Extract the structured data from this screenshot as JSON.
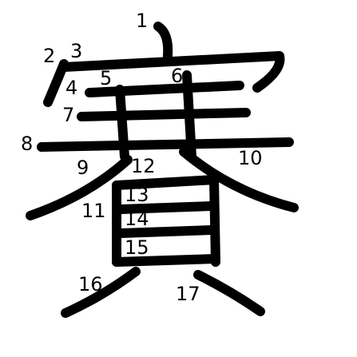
{
  "character": "賽",
  "colors": {
    "stroke": "#000000",
    "background": "#ffffff"
  },
  "stroke_numbers": [
    "1",
    "2",
    "3",
    "4",
    "5",
    "6",
    "7",
    "8",
    "9",
    "10",
    "11",
    "12",
    "13",
    "14",
    "15",
    "16",
    "17"
  ]
}
